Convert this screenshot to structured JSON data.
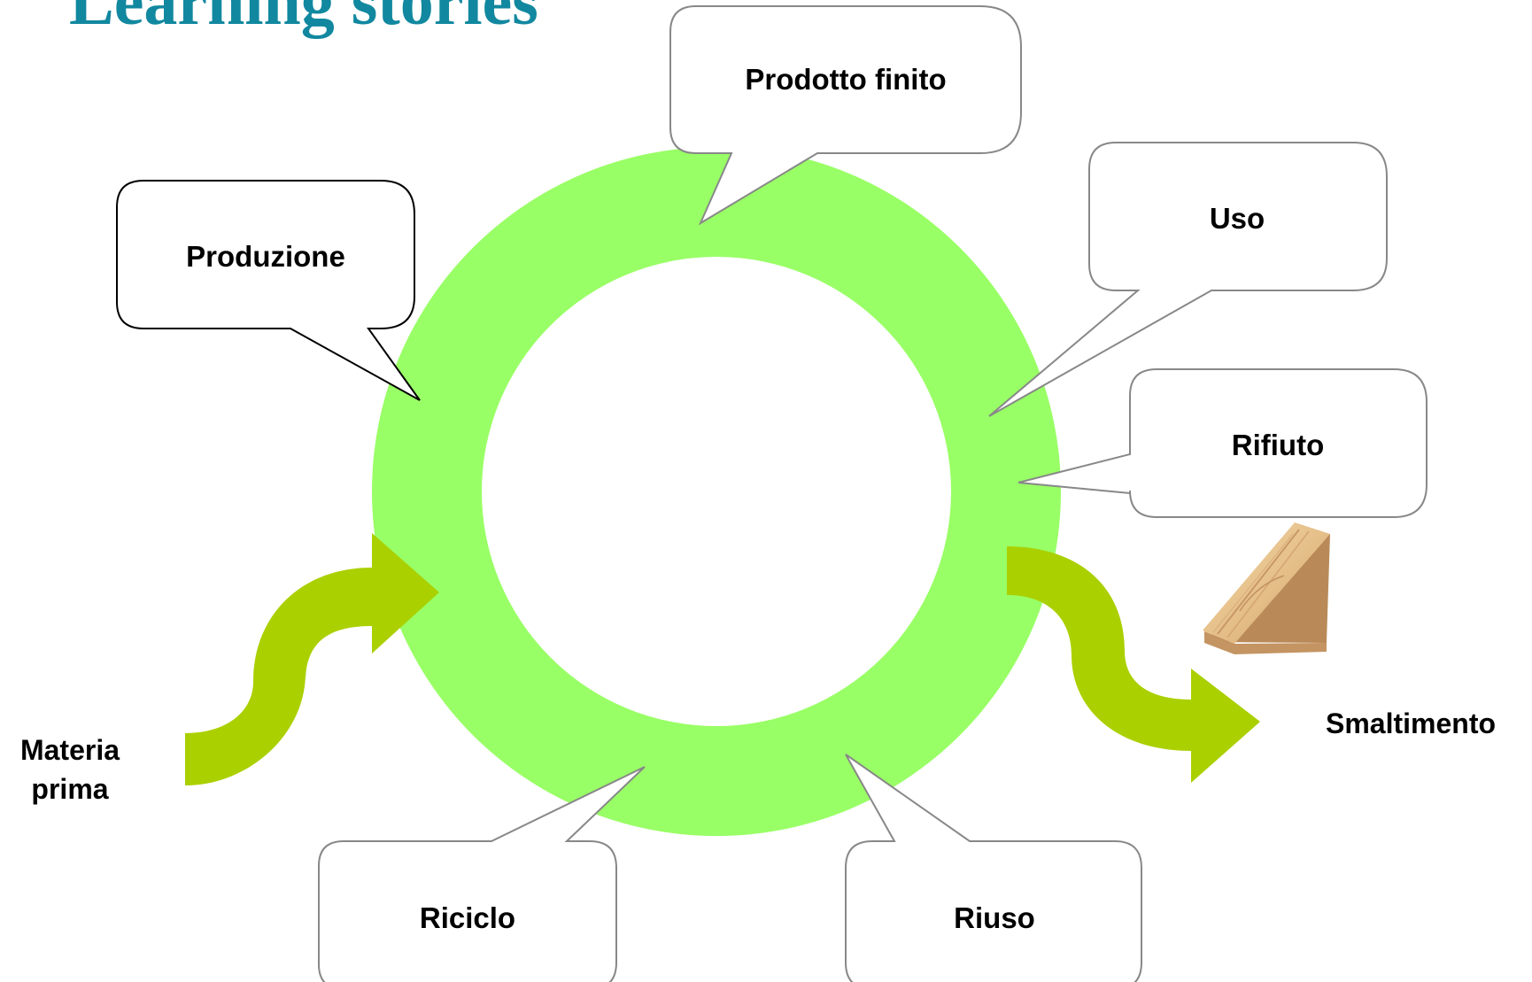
{
  "title": "Learning stories",
  "colors": {
    "title": "#11889f",
    "ring": "#99ff66",
    "arrow": "#aad000",
    "callout_border": "#888888",
    "callout_border_dark": "#000000",
    "callout_fill": "#ffffff"
  },
  "stages": {
    "prodotto_finito": "Prodotto finito",
    "produzione": "Produzione",
    "uso": "Uso",
    "rifiuto": "Rifiuto",
    "riciclo": "Riciclo",
    "riuso": "Riuso"
  },
  "inputs": {
    "materia_prima_line1": "Materia",
    "materia_prima_line2": "prima"
  },
  "outputs": {
    "smaltimento": "Smaltimento"
  },
  "icons": {
    "input_arrow": "curved-arrow-in-icon",
    "output_arrow": "curved-arrow-out-icon",
    "wood_plank": "wood-plank-icon"
  }
}
